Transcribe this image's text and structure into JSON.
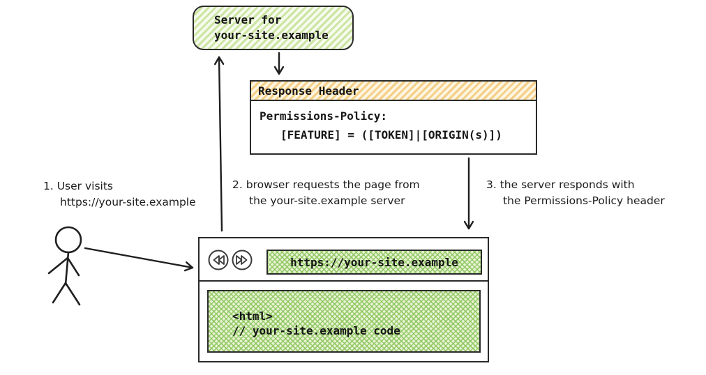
{
  "diagram": {
    "server_box": {
      "lines": [
        "Server for",
        "your-site.example"
      ]
    },
    "response_header_box": {
      "title": "Response Header",
      "body_lines": [
        "Permissions-Policy:",
        "[FEATURE] = ([TOKEN]|[ORIGIN(s)])"
      ]
    },
    "steps": [
      {
        "lines": [
          "1. User visits",
          "https://your-site.example"
        ]
      },
      {
        "lines": [
          "2. browser requests the page from",
          "the your-site.example server"
        ]
      },
      {
        "lines": [
          "3. the server responds with",
          "the Permissions-Policy header"
        ]
      }
    ],
    "browser": {
      "url": "https://your-site.example",
      "back_icon": "rewind-double-left",
      "forward_icon": "fast-forward-double-right",
      "content_lines": [
        "<html>",
        "// your-site.example code"
      ]
    },
    "figures": {
      "user": "stick-figure"
    },
    "colors": {
      "green_hatch": "#cde5a3",
      "green_crosshatch": "#8cc55c",
      "orange_hatch": "#f4cf86",
      "ink": "#2a2a2a",
      "background": "#ffffff"
    }
  }
}
